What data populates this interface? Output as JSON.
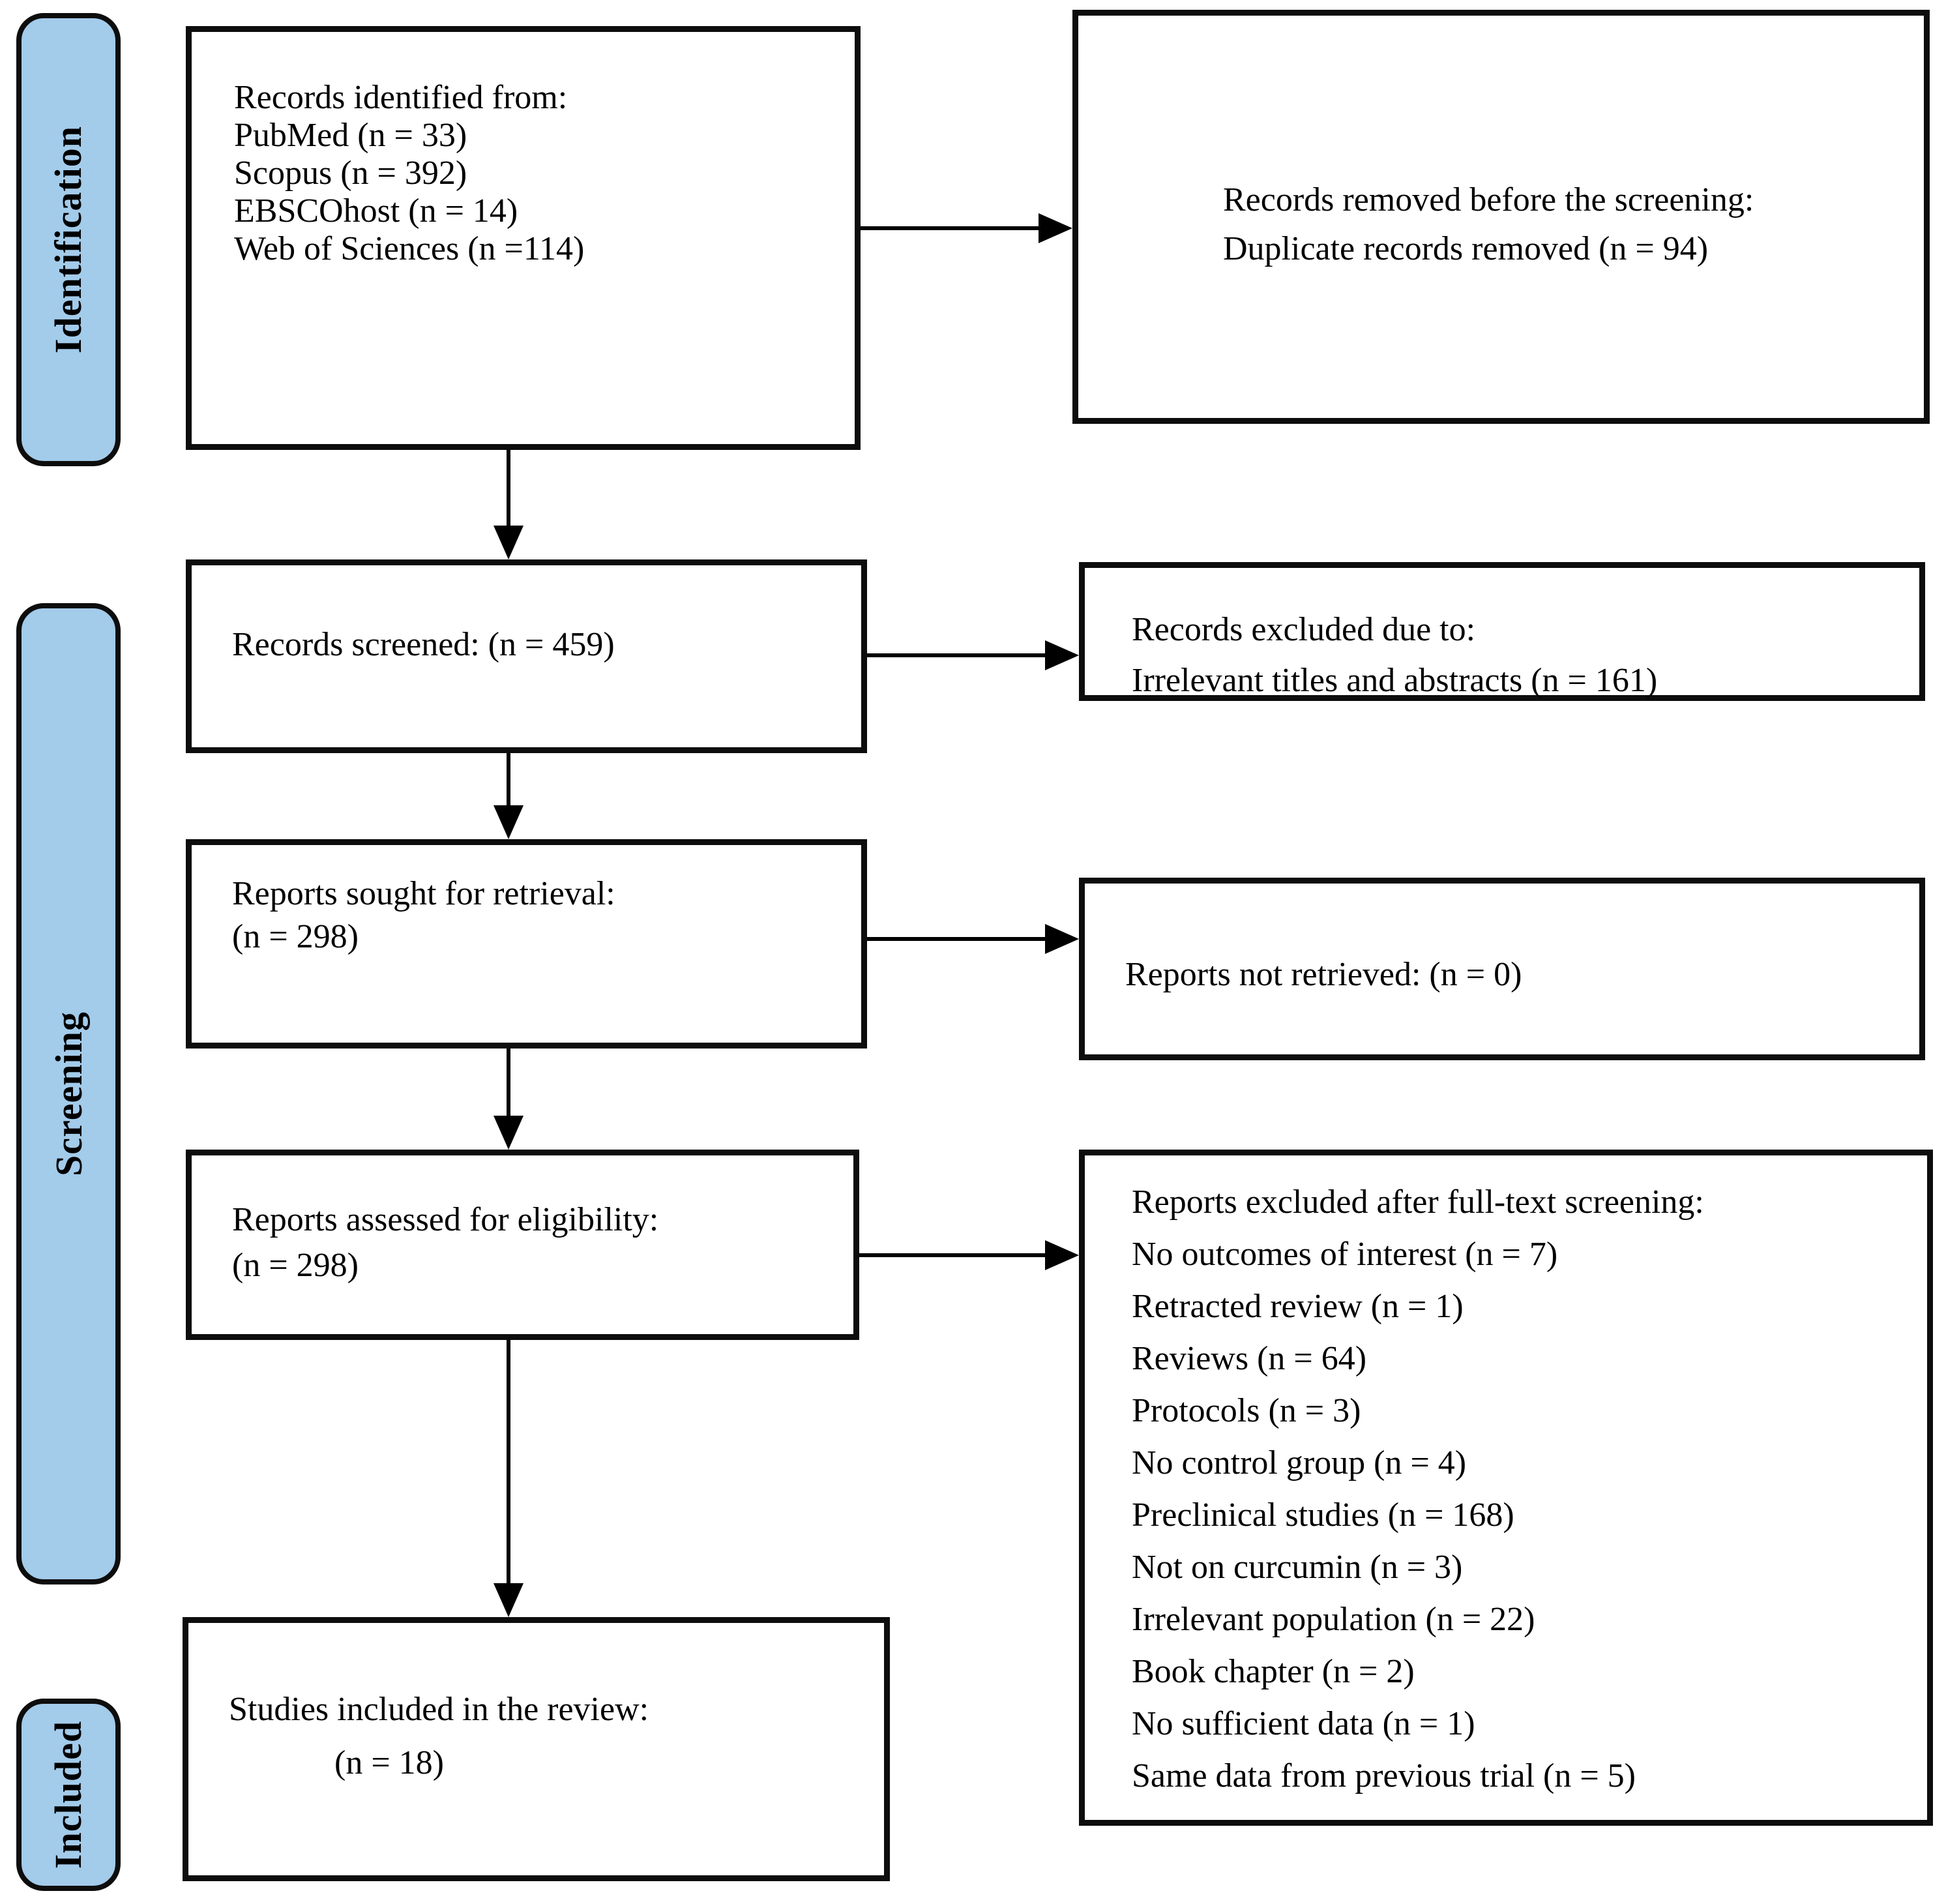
{
  "diagram": {
    "type": "prisma-flow",
    "background_color": "#ffffff",
    "stage_fill_color": "#A3CBEA",
    "stage_border_color": "#0d0d0d",
    "box_border_color": "#0d0d0d",
    "arrow_color": "#000000"
  },
  "stages": [
    {
      "label": "Identification"
    },
    {
      "label": "Screening"
    },
    {
      "label": "Included"
    }
  ],
  "boxes": {
    "records_identified": {
      "lines": [
        "Records identified from:",
        "PubMed (n = 33)",
        "Scopus (n = 392)",
        "EBSCOhost (n = 14)",
        "Web of Sciences (n =114)"
      ]
    },
    "records_removed": {
      "lines": [
        "Records removed before the screening:",
        "Duplicate records removed (n = 94)"
      ]
    },
    "records_screened": {
      "lines": [
        "Records screened: (n = 459)"
      ]
    },
    "records_excluded": {
      "lines": [
        "Records excluded due to:",
        "Irrelevant titles and abstracts (n = 161)"
      ]
    },
    "reports_sought": {
      "lines": [
        "Reports sought for retrieval:",
        "(n = 298)"
      ]
    },
    "reports_not_retrieved": {
      "lines": [
        "Reports not retrieved: (n = 0)"
      ]
    },
    "reports_assessed": {
      "lines": [
        "Reports assessed for eligibility:",
        "(n = 298)"
      ]
    },
    "reports_excluded_fulltext": {
      "lines": [
        "Reports excluded after full-text screening:",
        "No outcomes of interest (n = 7)",
        "Retracted review (n = 1)",
        "Reviews (n = 64)",
        "Protocols (n = 3)",
        "No control group (n = 4)",
        "Preclinical studies (n = 168)",
        "Not on curcumin (n = 3)",
        "Irrelevant population (n = 22)",
        "Book chapter (n = 2)",
        "No sufficient data (n = 1)",
        "Same data from previous trial (n = 5)"
      ]
    },
    "studies_included": {
      "lines": [
        "Studies included in the review:",
        "(n = 18)"
      ]
    }
  }
}
